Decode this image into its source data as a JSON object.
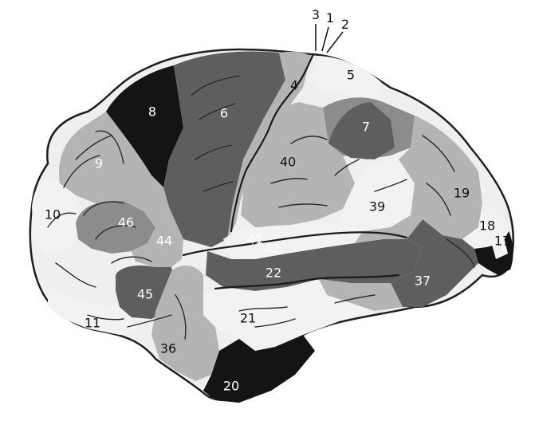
{
  "colors": {
    "white": "#f2f2f2",
    "light_gray": "#b4b4b4",
    "mid_gray": "#8c8c8c",
    "dark_gray": "#5e5e5e",
    "black": "#141414"
  },
  "top_labels": [
    "3",
    "1",
    "2"
  ],
  "areas": [
    {
      "id": "a8",
      "label": "8"
    },
    {
      "id": "a6",
      "label": "6"
    },
    {
      "id": "a4",
      "label": "4"
    },
    {
      "id": "a5",
      "label": "5"
    },
    {
      "id": "a7",
      "label": "7"
    },
    {
      "id": "a9",
      "label": "9"
    },
    {
      "id": "a40",
      "label": "40"
    },
    {
      "id": "a10",
      "label": "10"
    },
    {
      "id": "a46",
      "label": "46"
    },
    {
      "id": "a44",
      "label": "44"
    },
    {
      "id": "a39",
      "label": "39"
    },
    {
      "id": "a19",
      "label": "19"
    },
    {
      "id": "a18",
      "label": "18"
    },
    {
      "id": "a17",
      "label": "17"
    },
    {
      "id": "a41",
      "label": "41"
    },
    {
      "id": "a42",
      "label": "42"
    },
    {
      "id": "a22",
      "label": "22"
    },
    {
      "id": "a37",
      "label": "37"
    },
    {
      "id": "a45",
      "label": "45"
    },
    {
      "id": "a21",
      "label": "21"
    },
    {
      "id": "a11",
      "label": "11"
    },
    {
      "id": "a36",
      "label": "36"
    },
    {
      "id": "a20",
      "label": "20"
    }
  ]
}
